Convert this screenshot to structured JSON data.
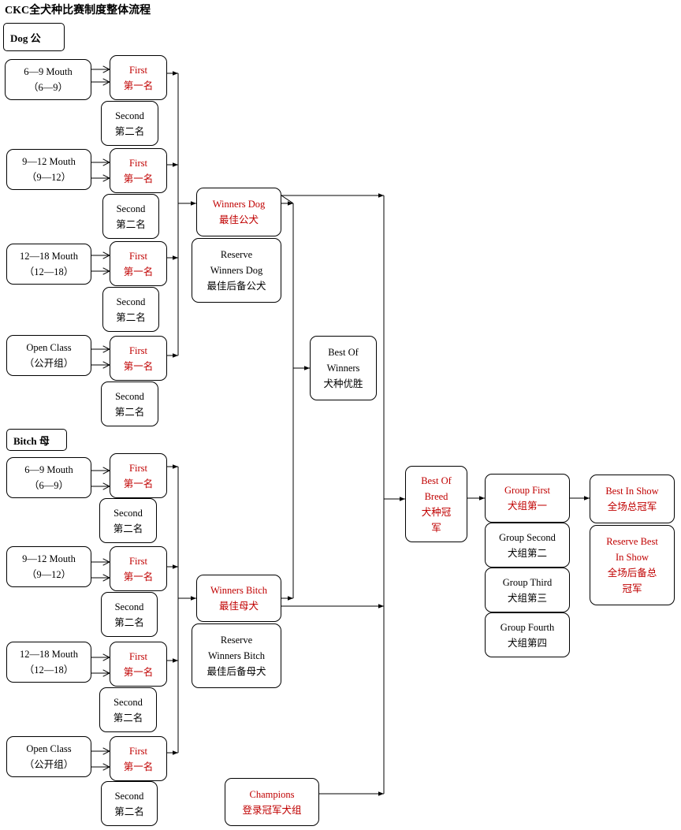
{
  "title": "CKC全犬种比赛制度整体流程",
  "dog": {
    "header": "Dog 公",
    "classes": [
      {
        "name": "6—9 Mouth",
        "sub": "（6—9）"
      },
      {
        "name": "9—12 Mouth",
        "sub": "（9—12）"
      },
      {
        "name": "12—18 Mouth",
        "sub": "（12—18）"
      },
      {
        "name": "Open Class",
        "sub": "（公开组）"
      }
    ],
    "winners": {
      "en": "Winners Dog",
      "cn": "最佳公犬"
    },
    "reserve": {
      "l1": "Reserve",
      "l2": "Winners Dog",
      "l3": "最佳后备公犬"
    }
  },
  "bitch": {
    "header": "Bitch 母",
    "classes": [
      {
        "name": "6—9 Mouth",
        "sub": "（6—9）"
      },
      {
        "name": "9—12 Mouth",
        "sub": "（9—12）"
      },
      {
        "name": "12—18 Mouth",
        "sub": "（12—18）"
      },
      {
        "name": "Open Class",
        "sub": "（公开组）"
      }
    ],
    "winners": {
      "en": "Winners Bitch",
      "cn": "最佳母犬"
    },
    "reserve": {
      "l1": "Reserve",
      "l2": "Winners Bitch",
      "l3": "最佳后备母犬"
    }
  },
  "placings": {
    "first": {
      "en": "First",
      "cn": "第一名"
    },
    "second": {
      "en": "Second",
      "cn": "第二名"
    }
  },
  "best_of_winners": {
    "l1": "Best Of",
    "l2": "Winners",
    "l3": "犬种优胜"
  },
  "champions": {
    "en": "Champions",
    "cn": "登录冠军犬组"
  },
  "best_of_breed": {
    "l1": "Best Of",
    "l2": "Breed",
    "l3": "犬种冠",
    "l4": "军"
  },
  "groups": [
    {
      "en": "Group First",
      "cn": "犬组第一"
    },
    {
      "en": "Group Second",
      "cn": "犬组第二"
    },
    {
      "en": "Group Third",
      "cn": "犬组第三"
    },
    {
      "en": "Group Fourth",
      "cn": "犬组第四"
    }
  ],
  "best_in_show": {
    "en": "Best In Show",
    "cn": "全场总冠军"
  },
  "reserve_best_in_show": {
    "l1": "Reserve Best",
    "l2": "In Show",
    "l3": "全场后备总",
    "l4": "冠军"
  },
  "colors": {
    "highlight": "#c00000",
    "line": "#000000"
  }
}
